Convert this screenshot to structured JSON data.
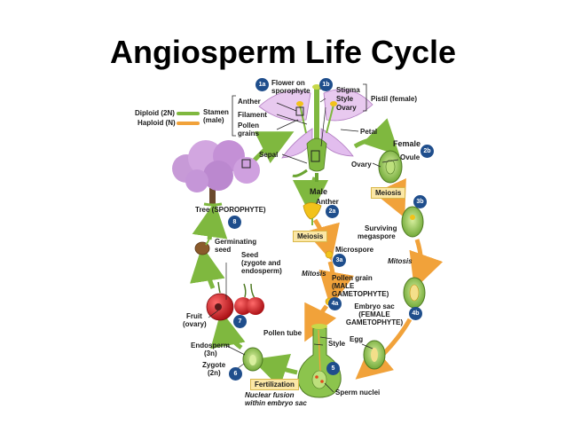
{
  "title": "Angiosperm Life Cycle",
  "colors": {
    "diploid": "#7fb83f",
    "haploid": "#f1a23a",
    "badge": "#1f4e8c",
    "box": "#fbe7a6"
  },
  "legend": {
    "diploid": "Diploid (2N)",
    "haploid": "Haploid (N)"
  },
  "steps": {
    "s1a": "1a",
    "s1b": "1b",
    "s2a": "2a",
    "s2b": "2b",
    "s3a": "3a",
    "s3b": "3b",
    "s4a": "4a",
    "s4b": "4b",
    "s5": "5",
    "s6": "6",
    "s7": "7",
    "s8": "8"
  },
  "labels": {
    "flower_on": "Flower on",
    "sporophyte": "sporophyte",
    "stigma": "Stigma",
    "style_top": "Style",
    "ovary_top": "Ovary",
    "pistil_female": "Pistil (female)",
    "anther_top": "Anther",
    "filament": "Filament",
    "pollen": "Pollen",
    "grains": "grains",
    "stamen": "Stamen",
    "male_paren": "(male)",
    "petal": "Petal",
    "sepal": "Sepal",
    "female": "Female",
    "ovule": "Ovule",
    "ovary_mid": "Ovary",
    "male": "Male",
    "anther_mid": "Anther",
    "meiosis_right": "Meiosis",
    "meiosis_left": "Meiosis",
    "surviving": "Surviving",
    "megaspore": "megaspore",
    "mitosis_right": "Mitosis",
    "mitosis_left": "Mitosis",
    "microspore": "Microspore",
    "pollen_grain": "Pollen grain",
    "male_g1": "(MALE",
    "male_g2": "GAMETOPHYTE)",
    "embryo_sac": "Embryo sac",
    "female_g1": "(FEMALE",
    "female_g2": "GAMETOPHYTE)",
    "tree": "Tree (SPOROPHYTE)",
    "germinating": "Germinating",
    "seed_word": "seed",
    "seed_title": "Seed",
    "zygote_and": "(zygote and",
    "endosperm_paren": "endosperm)",
    "fruit": "Fruit",
    "ovary_paren": "(ovary)",
    "pollen_tube": "Pollen tube",
    "style_bottom": "Style",
    "egg": "Egg",
    "endosperm": "Endosperm",
    "three_n": "(3n)",
    "zygote": "Zygote",
    "two_n": "(2n)",
    "fertilization": "Fertilization",
    "nuclear_fusion": "Nuclear fusion",
    "within_sac": "within embryo sac",
    "sperm_nuclei": "Sperm nuclei"
  }
}
